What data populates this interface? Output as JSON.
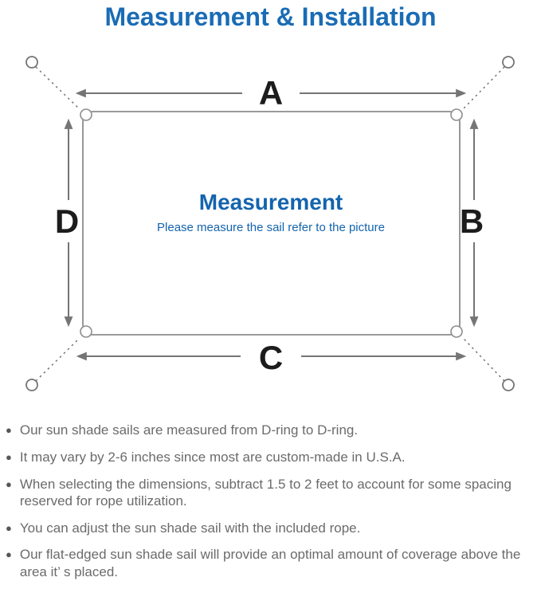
{
  "title": "Measurement & Installation",
  "diagram": {
    "edge_labels": {
      "top": "A",
      "right": "B",
      "bottom": "C",
      "left": "D"
    },
    "center": {
      "heading": "Measurement",
      "subheading": "Please measure the sail refer to the picture"
    }
  },
  "icons": {
    "bullet": "●"
  },
  "colors": {
    "title_blue": "#1a6cb5",
    "center_blue": "#1464ae",
    "line_gray": "#757575",
    "border_gray": "#8d8d8d",
    "body_text_gray": "#6b6b6b",
    "label_black": "#1c1c1c"
  },
  "notes": [
    "Our sun shade sails are measured from D-ring to D-ring.",
    "It may vary by 2-6 inches since most are custom-made in U.S.A.",
    "When selecting the dimensions, subtract 1.5 to 2 feet to account for some spacing reserved for rope utilization.",
    "You can adjust the sun shade sail with the included rope.",
    "Our flat-edged sun shade sail will provide an optimal amount of coverage above the area it’ s placed."
  ]
}
